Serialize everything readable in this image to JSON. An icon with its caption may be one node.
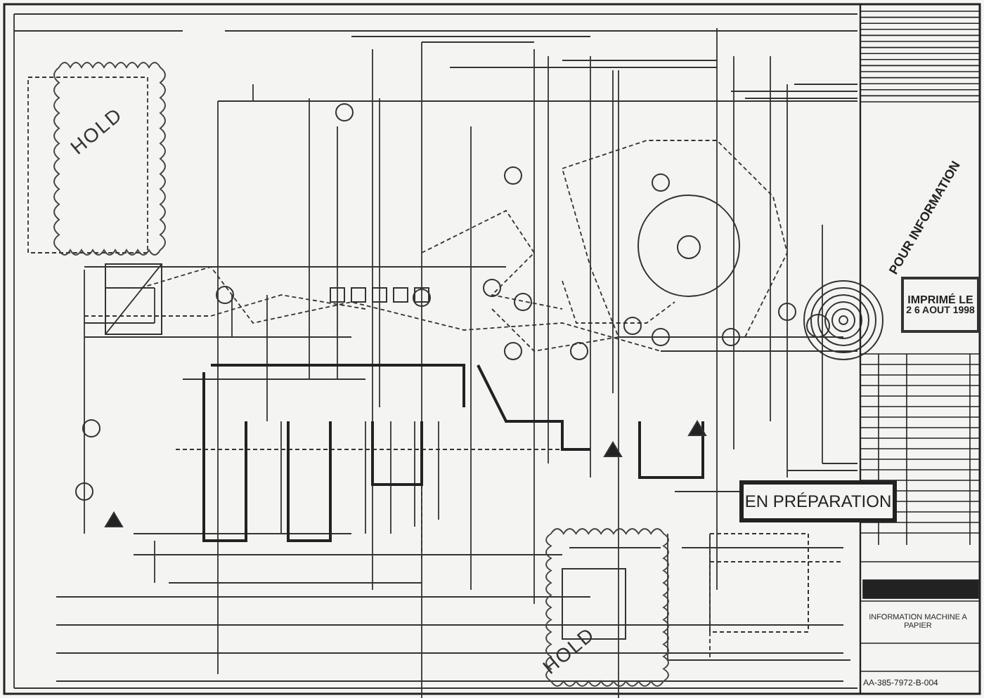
{
  "diagram": {
    "nodes": [
      {
        "text": [
          "HOLD"
        ]
      },
      {
        "text": [
          "HOLD"
        ]
      },
      {
        "text": [
          "EN PRÉPARATION"
        ]
      },
      {
        "text": [
          "IMPRIMÉ LE",
          "2 6 AOUT 1998"
        ]
      }
    ],
    "labels": [
      "POUR INFORMATION",
      "INFORMATION MACHINE A PAPIER",
      "AA-385-7972-B-004"
    ]
  }
}
